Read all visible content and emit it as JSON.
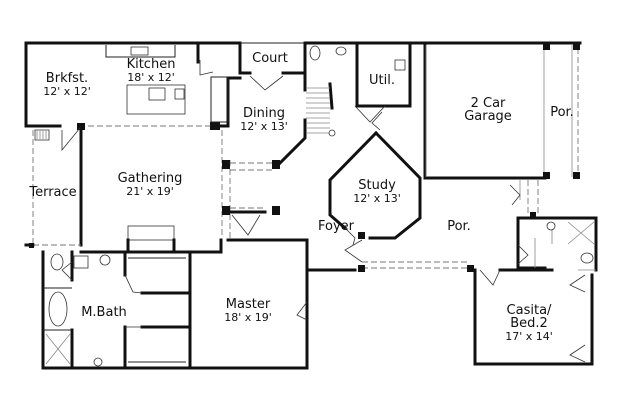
{
  "plan": {
    "type": "floor plan",
    "rooms": [
      {
        "id": "brkfst",
        "name": "Brkfst.",
        "dims": "12' x 12'"
      },
      {
        "id": "kitchen",
        "name": "Kitchen",
        "dims": "18' x 12'"
      },
      {
        "id": "court",
        "name": "Court",
        "dims": ""
      },
      {
        "id": "util",
        "name": "Util.",
        "dims": ""
      },
      {
        "id": "garage",
        "name": "2 Car",
        "name2": "Garage",
        "dims": ""
      },
      {
        "id": "garage-porch",
        "name": "Por.",
        "dims": ""
      },
      {
        "id": "dining",
        "name": "Dining",
        "dims": "12' x 13'"
      },
      {
        "id": "gathering",
        "name": "Gathering",
        "dims": "21' x 19'"
      },
      {
        "id": "terrace",
        "name": "Terrace",
        "dims": ""
      },
      {
        "id": "study",
        "name": "Study",
        "dims": "12' x 13'"
      },
      {
        "id": "foyer",
        "name": "Foyer",
        "dims": ""
      },
      {
        "id": "front-porch",
        "name": "Por.",
        "dims": ""
      },
      {
        "id": "master",
        "name": "Master",
        "dims": "18' x 19'"
      },
      {
        "id": "mbath",
        "name": "M.Bath",
        "dims": ""
      },
      {
        "id": "casita",
        "name": "Casita/",
        "name2": "Bed.2",
        "dims": "17' x 14'"
      }
    ]
  }
}
